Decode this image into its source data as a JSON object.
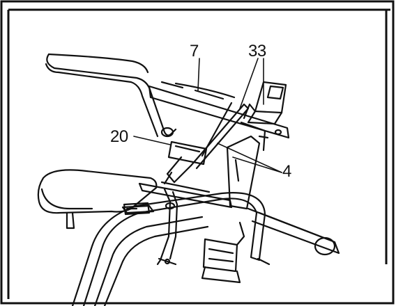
{
  "diagram": {
    "callouts": [
      {
        "id": "7",
        "text": "7"
      },
      {
        "id": "33",
        "text": "33"
      },
      {
        "id": "20",
        "text": "20"
      },
      {
        "id": "4",
        "text": "4"
      }
    ]
  },
  "colors": {
    "ink": "#111111",
    "paper": "#ffffff"
  }
}
